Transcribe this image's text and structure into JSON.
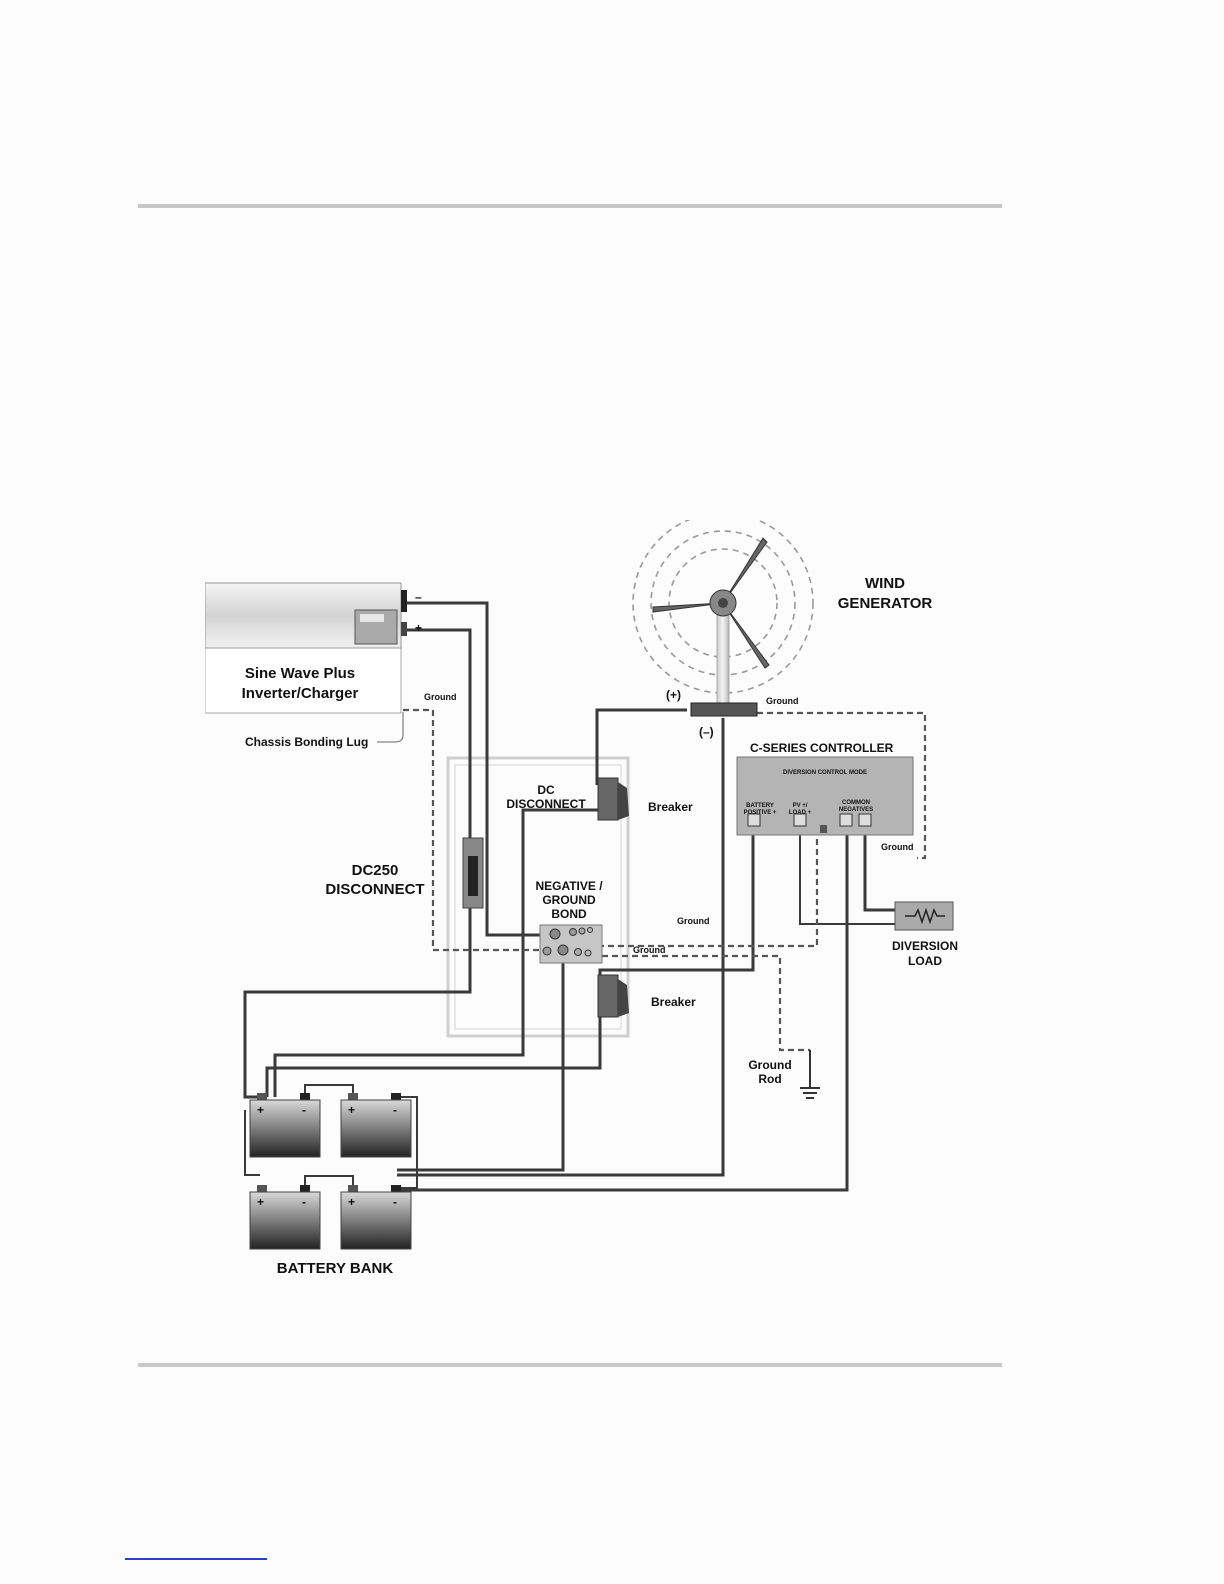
{
  "labels": {
    "inverter_line1": "Sine Wave Plus",
    "inverter_line2": "Inverter/Charger",
    "inverter_neg": "–",
    "inverter_pos": "+",
    "ground": "Ground",
    "chassis_bonding_lug": "Chassis Bonding Lug",
    "wind_line1": "WIND",
    "wind_line2": "GENERATOR",
    "wind_pos": "(+)",
    "wind_neg": "(–)",
    "controller_title": "C-SERIES CONTROLLER",
    "controller_mode": "DIVERSION CONTROL MODE",
    "terminal_battery_1": "BATTERY",
    "terminal_battery_2": "POSITIVE +",
    "terminal_pv_1": "PV +/",
    "terminal_pv_2": "LOAD +",
    "terminal_common_1": "COMMON",
    "terminal_common_2": "NEGATIVES",
    "dc_disconnect_1": "DC",
    "dc_disconnect_2": "DISCONNECT",
    "breaker": "Breaker",
    "dc250_1": "DC250",
    "dc250_2": "DISCONNECT",
    "neg_ground_1": "NEGATIVE /",
    "neg_ground_2": "GROUND",
    "neg_ground_3": "BOND",
    "diversion_1": "DIVERSION",
    "diversion_2": "LOAD",
    "ground_rod_1": "Ground",
    "ground_rod_2": "Rod",
    "battery_bank": "BATTERY BANK",
    "plus": "+",
    "minus": "-"
  },
  "colors": {
    "wire": "#3a3a3a",
    "panel": "#b4b4b4",
    "rule": "#c8c8c8",
    "footer_link": "#2d3fd0"
  }
}
